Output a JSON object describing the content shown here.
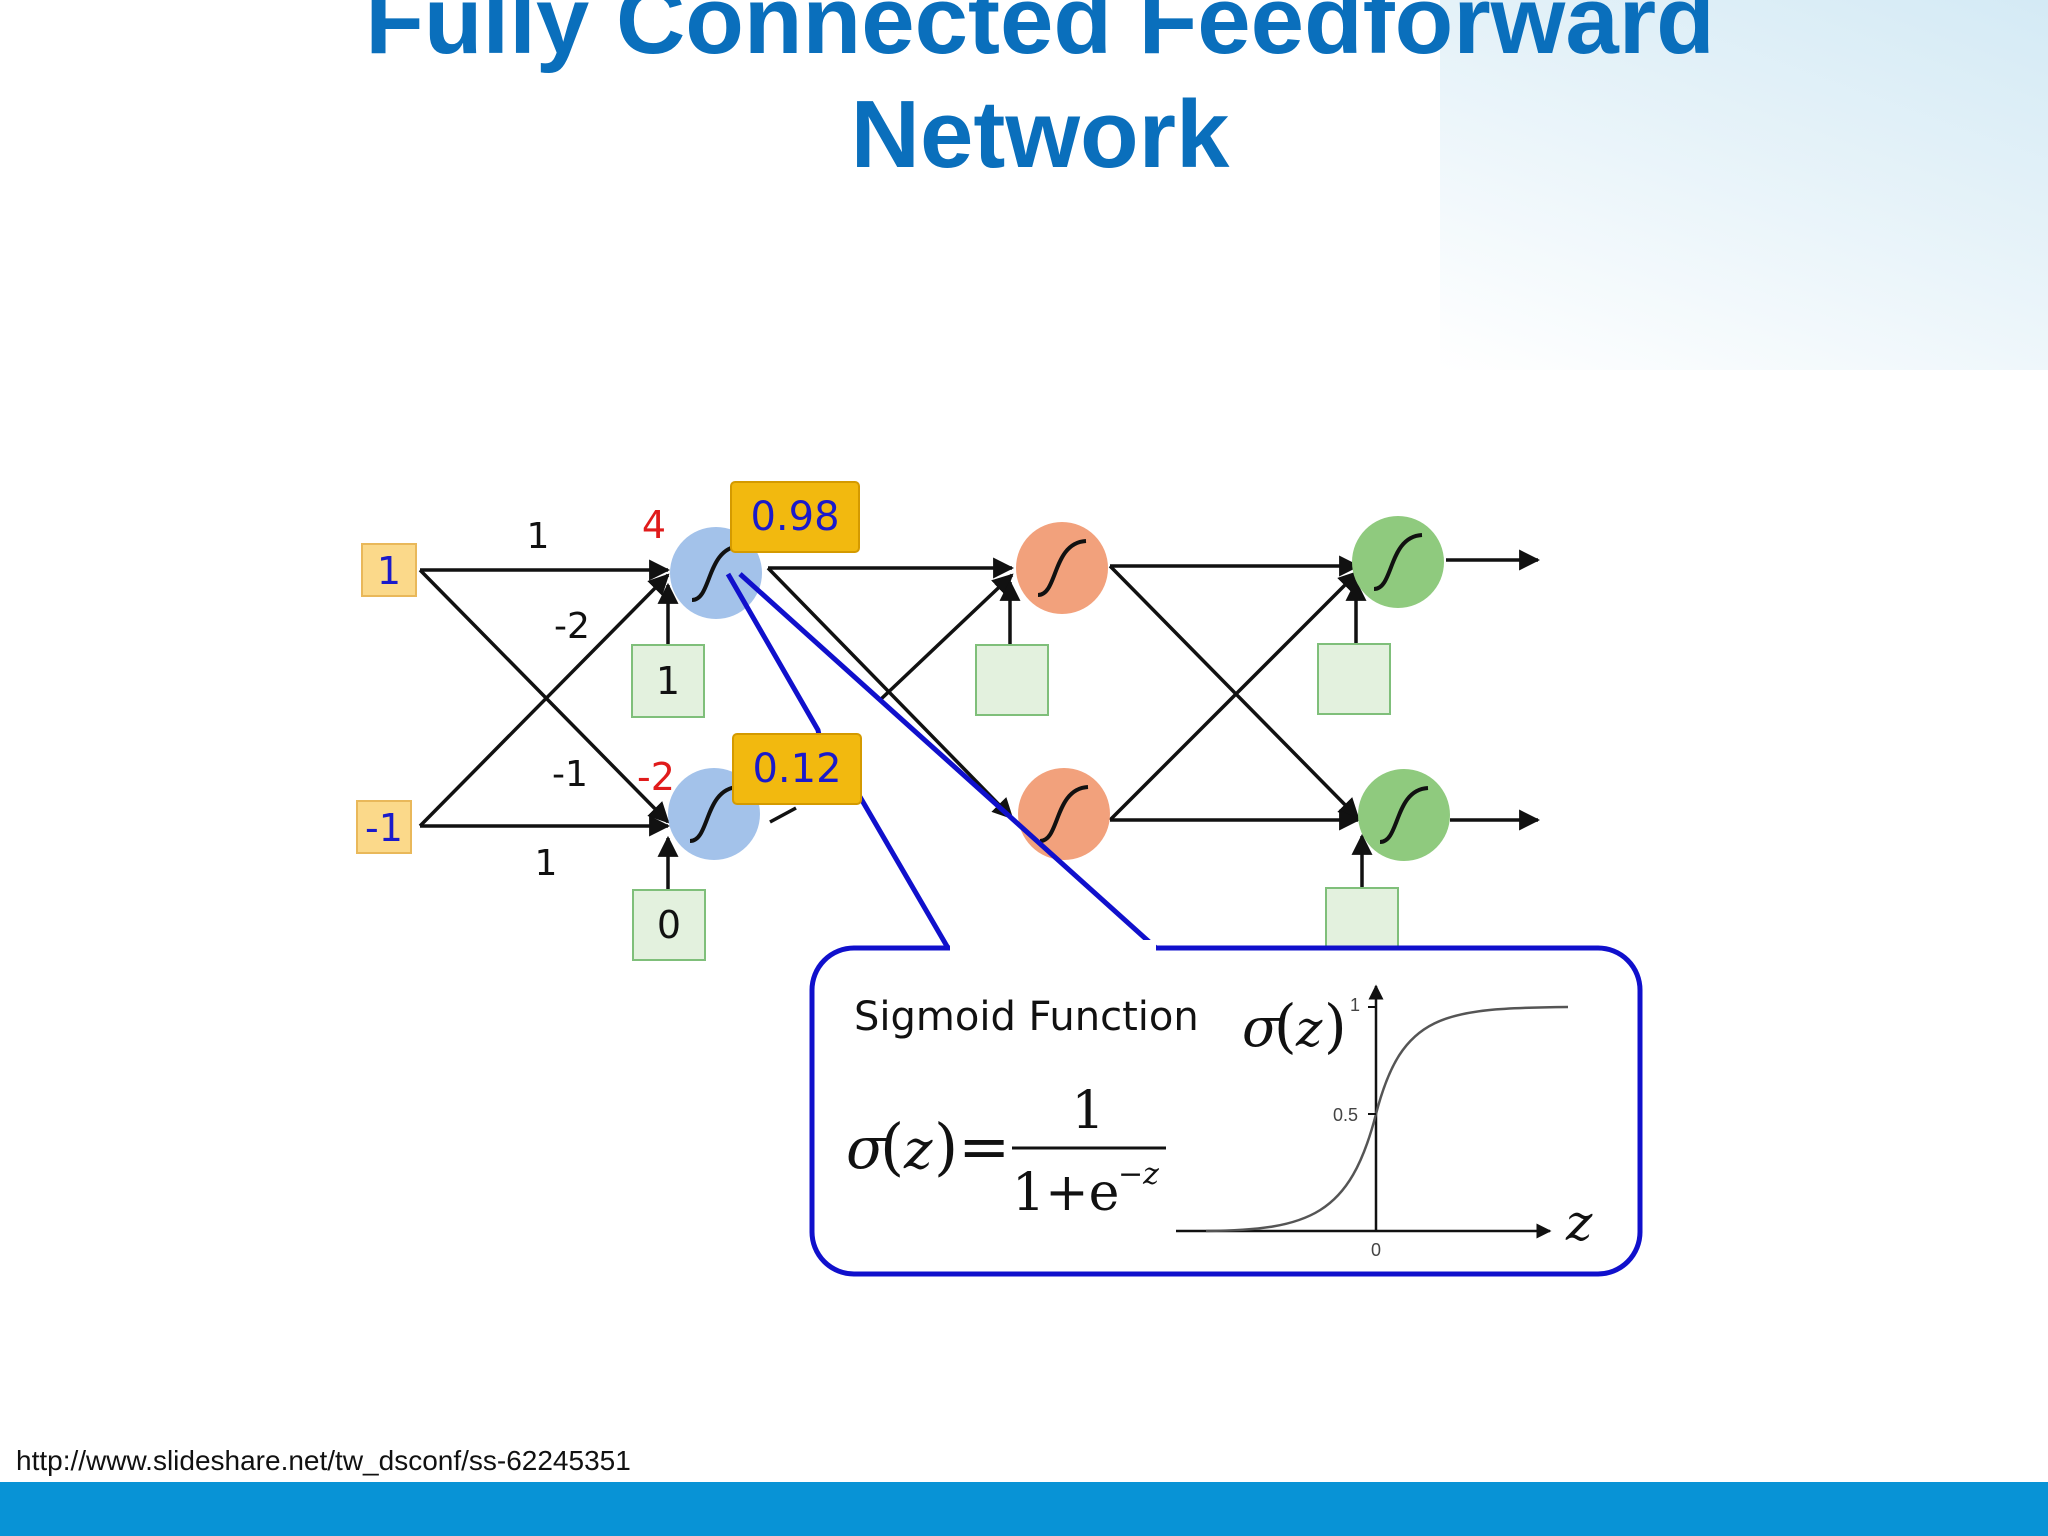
{
  "title": {
    "line1": "Fully Connected Feedforward",
    "line2": "Network"
  },
  "inputs": [
    "1",
    "-1"
  ],
  "weights": {
    "w11": "1",
    "w21": "-2",
    "w12": "-1",
    "w22": "1"
  },
  "layer1": {
    "z": [
      "4",
      "-2"
    ],
    "outputs": [
      "0.98",
      "0.12"
    ],
    "biases": [
      "1",
      "0"
    ]
  },
  "callout": {
    "heading": "Sigmoid Function",
    "lhs_sigma": "σ",
    "lhs_z": "z",
    "numerator": "1",
    "denominator_base": "1+e",
    "denominator_exp": "−z",
    "graph_label_sigma": "σ",
    "graph_label_z": "z",
    "axis_z": "z",
    "tick_1": "1",
    "tick_half": "0.5",
    "tick_0": "0"
  },
  "source_url": "http://www.slideshare.net/tw_dsconf/ss-62245351",
  "colors": {
    "title": "#0a6fbc",
    "footer": "#0893d6",
    "input_box": "#fbd98a",
    "output_box": "#f2b90f",
    "layer1_node": "#a3c2ea",
    "layer2_node": "#f2a17c",
    "layer3_node": "#8fca7e",
    "bias_box": "#e3f1de",
    "callout_border": "#1010cc",
    "z_value": "#e01b1b"
  }
}
